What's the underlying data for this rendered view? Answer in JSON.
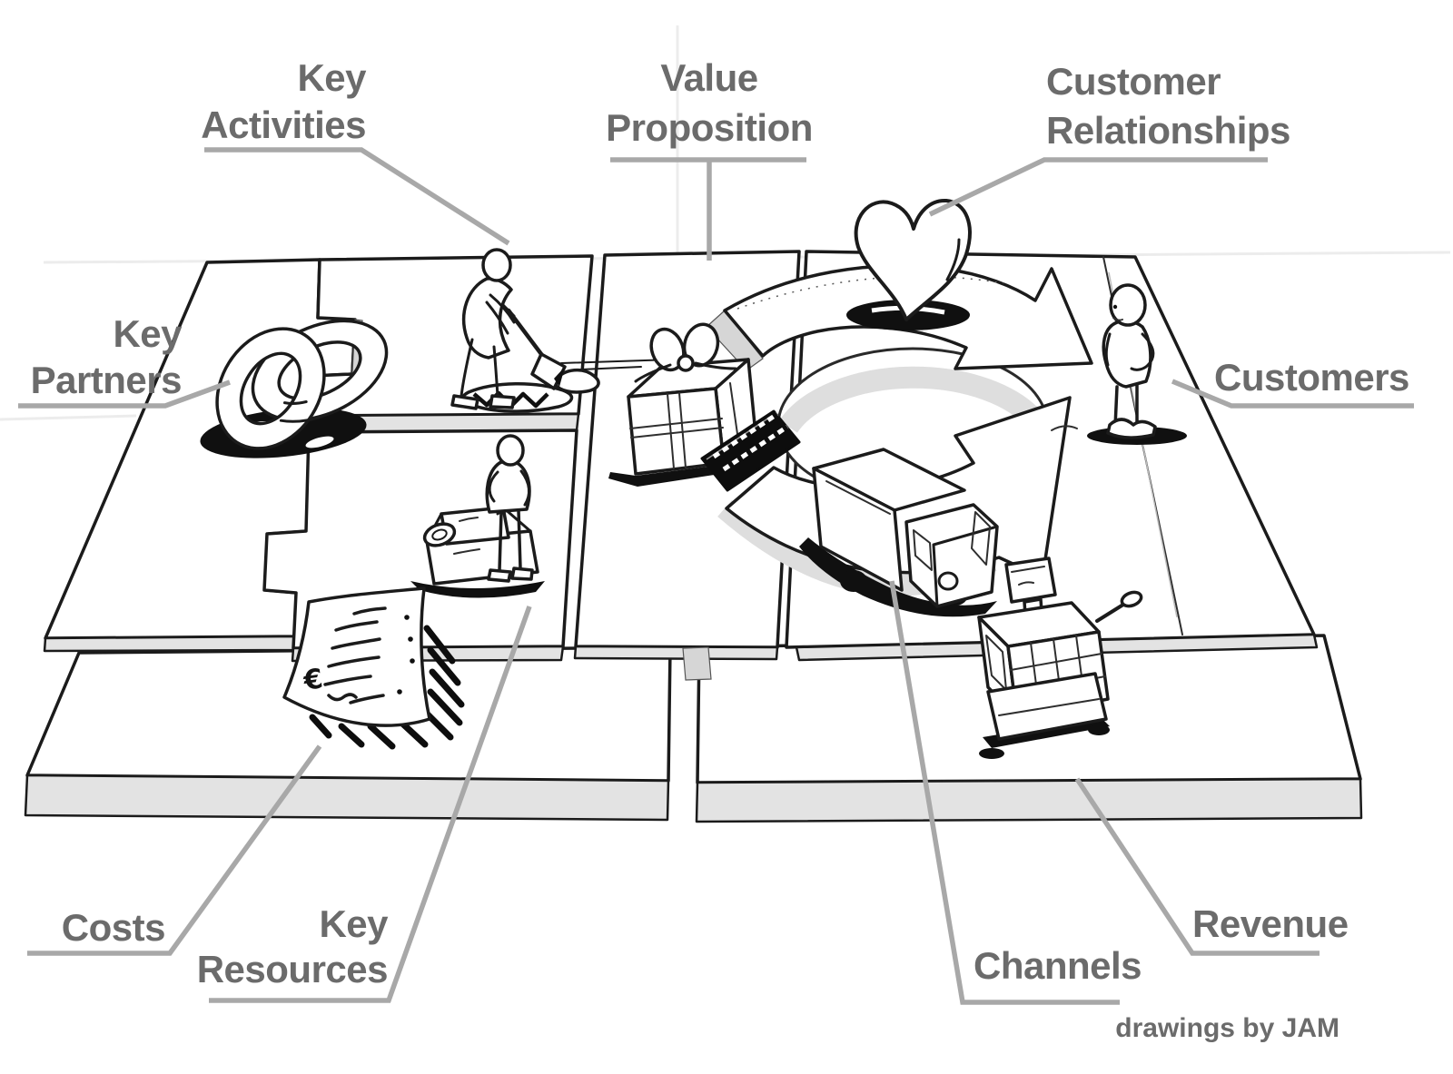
{
  "title": "Business Model Canvas hand-drawn overview",
  "attribution": "drawings by JAM",
  "labels": {
    "key_partners": {
      "line1": "Key",
      "line2": "Partners"
    },
    "key_activities": {
      "line1": "Key",
      "line2": "Activities"
    },
    "key_resources": {
      "line1": "Key",
      "line2": "Resources"
    },
    "value_proposition": {
      "line1": "Value",
      "line2": "Proposition"
    },
    "customer_relationships": {
      "line1": "Customer",
      "line2": "Relationships"
    },
    "customers": {
      "text": "Customers"
    },
    "channels": {
      "text": "Channels"
    },
    "costs": {
      "text": "Costs"
    },
    "revenue": {
      "text": "Revenue"
    }
  },
  "doodles": {
    "document_currency": "€",
    "icons": [
      "interlocked-rings-icon",
      "digging-person-icon",
      "worker-with-machine-icon",
      "cost-document-icon",
      "gift-box-icon",
      "keyboard-icon",
      "heart-icon",
      "delivery-truck-icon",
      "cash-register-icon",
      "customer-person-icon",
      "cycle-arrows-icon"
    ]
  },
  "colors": {
    "label_text": "#6b6b6b",
    "leader_line": "#a8a8a8",
    "sketch_ink": "#1b1b1b",
    "panel_fill": "#ffffff",
    "panel_side": "#e3e3e3",
    "shadow": "#101010"
  }
}
